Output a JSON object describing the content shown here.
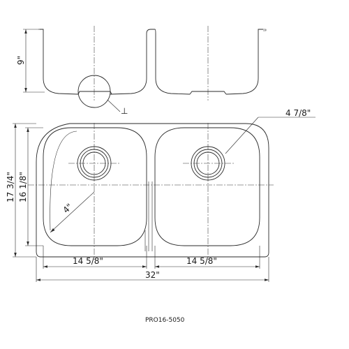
{
  "dimensions": {
    "depth": "9\"",
    "drain_offset": "4 7/8\"",
    "overall_depth": "17 3/4\"",
    "bowl_depth": "16 1/8\"",
    "corner_radius": "4\"",
    "left_bowl_width": "14 5/8\"",
    "right_bowl_width": "14 5/8\"",
    "overall_width": "32\""
  },
  "model": "PRO16-5050",
  "symbols": {
    "perpendicular": "⊥"
  }
}
